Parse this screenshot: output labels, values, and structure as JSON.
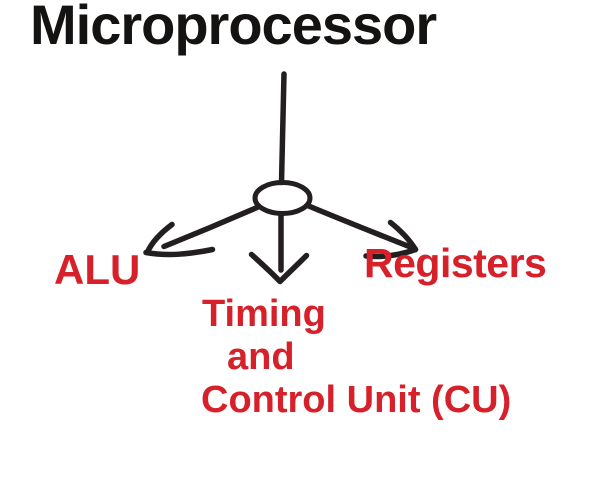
{
  "diagram": {
    "title": "Microprocessor",
    "hub_shape": "ellipse",
    "labels": {
      "alu": "ALU",
      "registers": "Registers",
      "timing_line1": "Timing",
      "timing_line2": "and",
      "timing_line3": "Control Unit (CU)"
    },
    "colors": {
      "ink": "#231f20",
      "title_text": "#151312",
      "label_text": "#d6212b",
      "background": "#ffffff"
    }
  }
}
